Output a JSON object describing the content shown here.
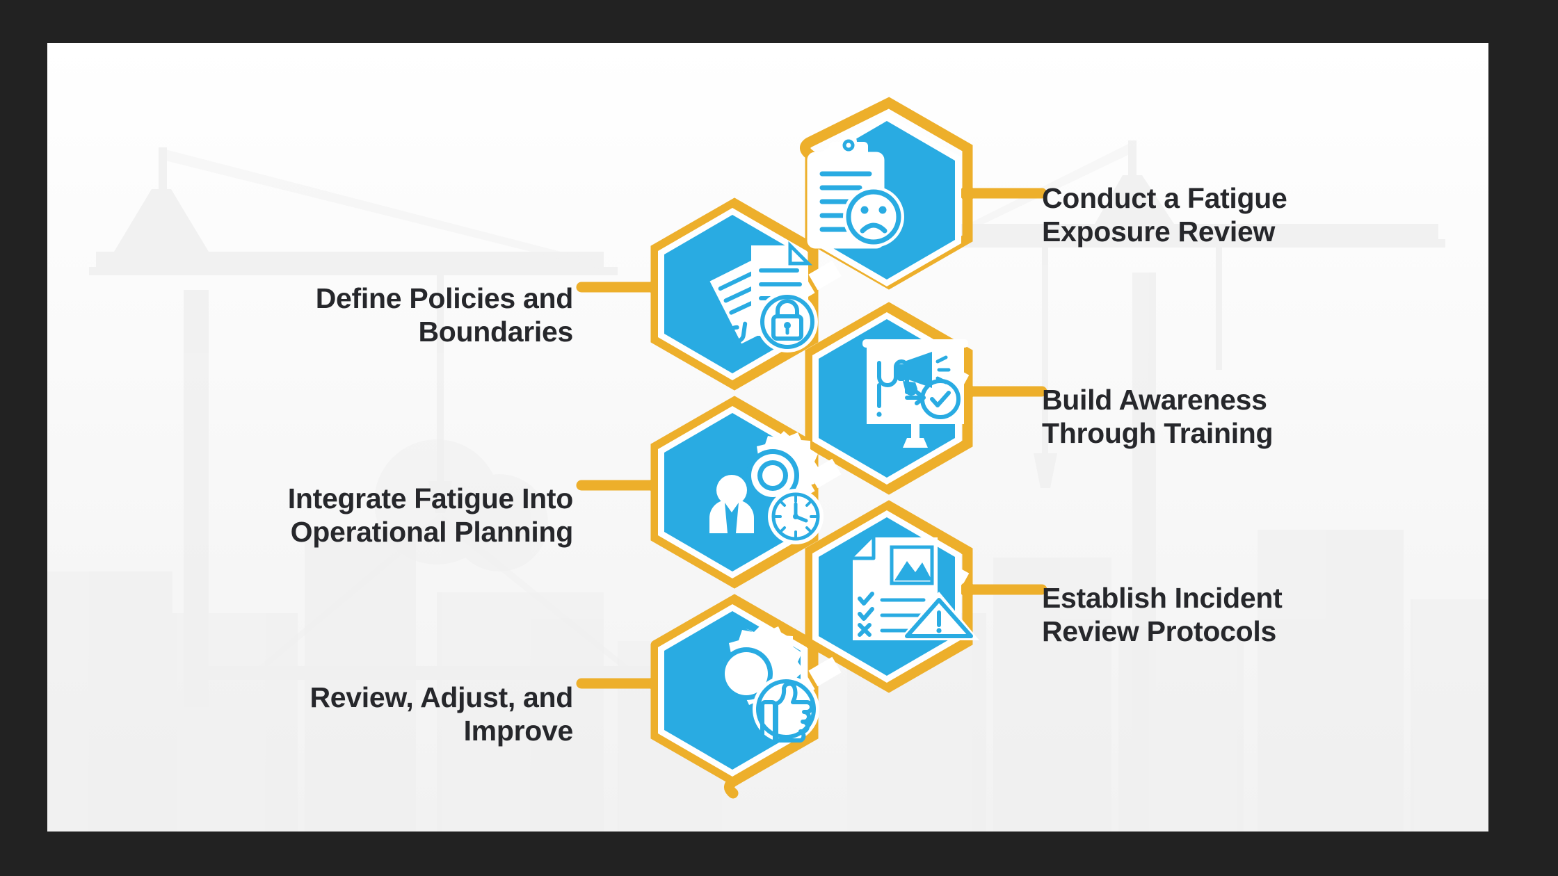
{
  "slide": {
    "background_color": "#222222",
    "canvas_color": "#FFFFFF",
    "accent_color": "#EDAF2B",
    "node_color": "#29ABE2",
    "text_color": "#26272B",
    "background_motif": "construction-cranes-skyline-watermark"
  },
  "flow": {
    "type": "hexagon-chain-process",
    "orientation": "vertical-zigzag",
    "step_count": 6,
    "steps": [
      {
        "index": 1,
        "label": "Conduct a Fatigue\nExposure Review",
        "label_side": "right",
        "icon": "clipboard-sad-face-icon",
        "icon_description": "clipboard with lined report and frowning face badge"
      },
      {
        "index": 2,
        "label": "Define Policies and\nBoundaries",
        "label_side": "left",
        "icon": "documents-padlock-icon",
        "icon_description": "stacked documents with a padlock badge"
      },
      {
        "index": 3,
        "label": "Build Awareness\nThrough Training",
        "label_side": "right",
        "icon": "presentation-megaphone-check-icon",
        "icon_description": "projection screen with megaphone, arrow and check badge"
      },
      {
        "index": 4,
        "label": "Integrate Fatigue Into\nOperational Planning",
        "label_side": "left",
        "icon": "person-gear-clock-icon",
        "icon_description": "person with cog and clock"
      },
      {
        "index": 5,
        "label": "Establish Incident\nReview Protocols",
        "label_side": "right",
        "icon": "incident-report-warning-icon",
        "icon_description": "report page with photo, checklist and warning triangle"
      },
      {
        "index": 6,
        "label": "Review, Adjust, and\nImprove",
        "label_side": "left",
        "icon": "gear-thumbs-up-icon",
        "icon_description": "cog with thumbs-up badge"
      }
    ]
  }
}
